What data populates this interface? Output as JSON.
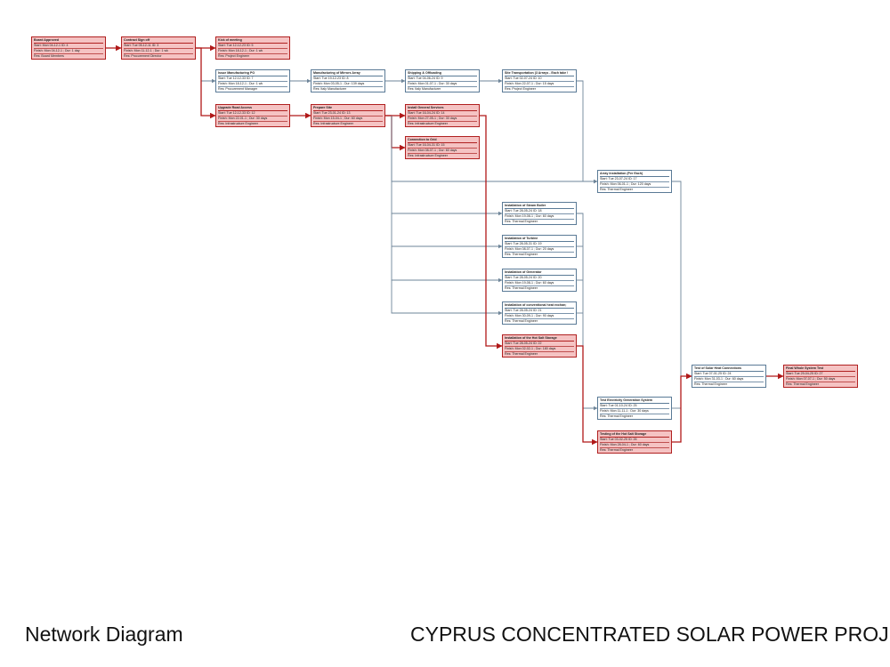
{
  "footer": {
    "left": "Network Diagram",
    "right": "CYPRUS CONCENTRATED SOLAR POWER PROJECT"
  },
  "colors": {
    "critical_fill": "#f5c3c3",
    "critical_border": "#b02020",
    "normal_border": "#5a7a96",
    "critical_link": "#b01818",
    "normal_link": "#6e8599"
  },
  "nodes": [
    {
      "id": "board-approval",
      "title": "Board Approved",
      "start": "Start: Mon 04-12-1  ID:  4",
      "finish": "Finish: Mon 04-12-1 ; Dur: 1 day",
      "res": "Res:   Board Members",
      "critical": true
    },
    {
      "id": "contract-sign-off",
      "title": "Contract Sign off",
      "start": "Start: Tue 05-12-11  ID:  3",
      "finish": "Finish: Mon 11-12-1 ; Dur: 1 wk",
      "res": "Res:   Procurement Director",
      "critical": true
    },
    {
      "id": "kick-off-meeting",
      "title": "Kick of meeting",
      "start": "Start: Tue 12-12-23  ID:  5",
      "finish": "Finish: Mon 18-12-1 ; Dur: 1 wk",
      "res": "Res:   Project Engineer",
      "critical": true
    },
    {
      "id": "issue-manufacturing-po",
      "title": "Issue Manufacturing PO",
      "start": "Start: Tue 12-12-33  ID:  7",
      "finish": "Finish: Mon 18-12-1 ; Dur: 1 wk",
      "res": "Res:   Procurement Manager",
      "critical": false
    },
    {
      "id": "manufacturing-mirrors",
      "title": "Manufacturing of Mirrors Array",
      "start": "Start: Tue 19-12-23  ID:  8",
      "finish": "Finish: Mon 03-05-1 ; Dur: 139 days",
      "res": "Res:   Italy Manufacturer",
      "critical": false
    },
    {
      "id": "shipping-offloading",
      "title": "Shipping & Offloading",
      "start": "Start: Tue 04-06-24  ID:  9",
      "finish": "Finish: Mon 01-07-1 ; Dur: 30 days",
      "res": "Res:   Italy Manufacturer",
      "critical": false
    },
    {
      "id": "site-transportation",
      "title": "Site Transportation (3 Arrays - Each take !",
      "start": "Start: Tue 02-07-24  ID:  10",
      "finish": "Finish: Mon 22-07-1 ; Dur: 15 days",
      "res": "Res:   Project Engineer",
      "critical": false
    },
    {
      "id": "upgrade-road-access",
      "title": "Upgrade Road Access",
      "start": "Start: Tue 12-12-33  ID:  12",
      "finish": "Finish: Mon 22-01-1 ; Dur: 30 days",
      "res": "Res:   Infrastructure Engineer",
      "critical": true
    },
    {
      "id": "prepare-site",
      "title": "Prepare Site",
      "start": "Start: Tue 23-01-24  ID:  13",
      "finish": "Finish: Mon 15-04-1 ; Dur: 60 days",
      "res": "Res:   Infrastructure Engineer",
      "critical": true
    },
    {
      "id": "install-general-services",
      "title": "Install General Services",
      "start": "Start: Tue 16-04-24  ID:  14",
      "finish": "Finish: Mon 27-05-1 ; Dur: 30 days",
      "res": "Res:   Infrastructure Engineer",
      "critical": true
    },
    {
      "id": "connection-to-grid",
      "title": "Connection to Grid",
      "start": "Start: Tue 16-04-31  ID:  15",
      "finish": "Finish: Mon 08-07-1 ; Dur: 60 days",
      "res": "Res:   Infrastructure Engineer",
      "critical": true
    },
    {
      "id": "array-installation",
      "title": "Array Installation (Per Each)",
      "start": "Start: Tue 23-07-24  ID:  17",
      "finish": "Finish: Mon 06-01-1 ; Dur: 120 days",
      "res": "Res:   Thermal Engineer",
      "critical": false
    },
    {
      "id": "installation-steam-boiler",
      "title": "Installation of Steam Boiler",
      "start": "Start: Tue 28-05-24  ID:  18",
      "finish": "Finish: Mon 19-08-1 ; Dur: 60 days",
      "res": "Res:   Thermal Engineer",
      "critical": false
    },
    {
      "id": "installation-turbine",
      "title": "Installation of Turbine",
      "start": "Start: Tue 28-05-31  ID:  19",
      "finish": "Finish: Mon 08-07-1 ; Dur: 20 days",
      "res": "Res:   Thermal Engineer",
      "critical": false
    },
    {
      "id": "installation-generator",
      "title": "Installation of Generator",
      "start": "Start: Tue 28-05-24  ID:  20",
      "finish": "Finish: Mon 19-08-1 ; Dur: 60 days",
      "res": "Res:   Thermal Engineer",
      "critical": false
    },
    {
      "id": "installation-heat-exchanger",
      "title": "Installation of conventional heat exchan;",
      "start": "Start: Tue 28-05-24  ID:  21",
      "finish": "Finish: Mon 30-09-1 ; Dur: 90 days",
      "res": "Res:   Thermal Engineer",
      "critical": false
    },
    {
      "id": "installation-hot-salt-storage",
      "title": "Installation of the Hot Salt Storage",
      "start": "Start: Tue 28-05-24  ID:  22",
      "finish": "Finish: Mon 02-02-1 ; Dur: 180 days",
      "res": "Res:   Thermal Engineer",
      "critical": true
    },
    {
      "id": "test-solar-heat-connections",
      "title": "Test of Solar Heat Connections",
      "start": "Start: Tue 07-01-25  ID:  24",
      "finish": "Finish: Mon 31-03-1 ; Dur: 60 days",
      "res": "Res:   Thermal Engineer",
      "critical": false
    },
    {
      "id": "final-whole-system-test",
      "title": "Final Whole System Test",
      "start": "Start: Tue 29-04-25  ID:  27",
      "finish": "Finish: Mon 07-07-1 ; Dur: 50 days",
      "res": "Res:   Thermal Engineer",
      "critical": true
    },
    {
      "id": "test-electricity-generation",
      "title": "Test Electricity Generation System",
      "start": "Start: Tue 01-10-24  ID:  25",
      "finish": "Finish: Mon 11-11-1 ; Dur: 30 days",
      "res": "Res:   Thermal Engineer",
      "critical": false
    },
    {
      "id": "testing-hot-salt-storage",
      "title": "Testing of the Hot Salt Storage",
      "start": "Start: Tue 03-02-25  ID:  26",
      "finish": "Finish: Mon 28-04-1 ; Dur: 60 days",
      "res": "Res:   Thermal Engineer",
      "critical": true
    }
  ]
}
